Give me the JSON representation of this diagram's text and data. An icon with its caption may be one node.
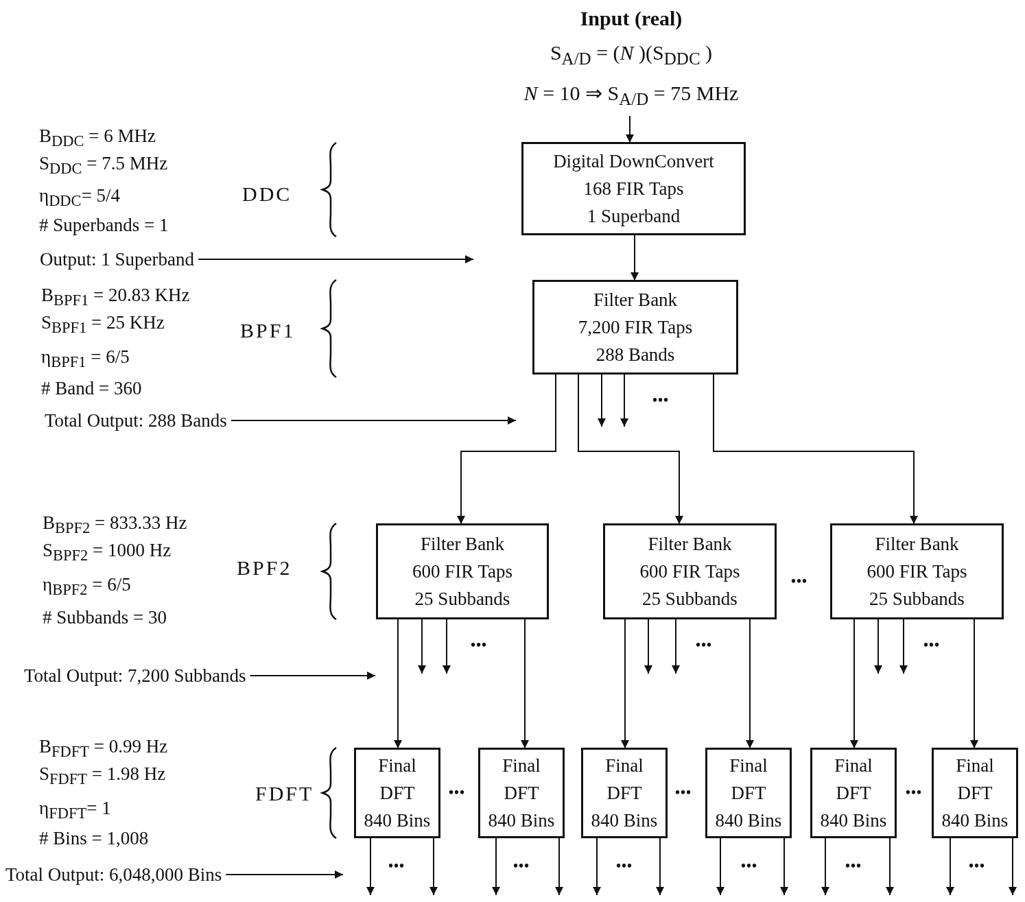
{
  "diagram": {
    "nodes": [
      {
        "text": [
          "Input (real)",
          "S$_{A/D}$ = (*N* )(S$_{DDC}$ )",
          "*N*  = 10 ⇒ S$_{A/D}$ = 75 MHz"
        ]
      },
      {
        "text": [
          "Digital DownConvert",
          "168 FIR Taps",
          "1 Superband"
        ]
      },
      {
        "text": [
          "Filter Bank",
          "7,200 FIR Taps",
          "288 Bands"
        ]
      },
      {
        "text": [
          "Filter Bank",
          "600 FIR Taps",
          "25 Subbands"
        ]
      },
      {
        "text": [
          "Filter Bank",
          "600 FIR Taps",
          "25 Subbands"
        ]
      },
      {
        "text": [
          "Filter Bank",
          "600 FIR Taps",
          "25 Subbands"
        ]
      },
      {
        "text": [
          "Final",
          "DFT",
          "840 Bins"
        ]
      },
      {
        "text": [
          "Final",
          "DFT",
          "840 Bins"
        ]
      },
      {
        "text": [
          "Final",
          "DFT",
          "840 Bins"
        ]
      },
      {
        "text": [
          "Final",
          "DFT",
          "840 Bins"
        ]
      },
      {
        "text": [
          "Final",
          "DFT",
          "840 Bins"
        ]
      },
      {
        "text": [
          "Final",
          "DFT",
          "840 Bins"
        ]
      },
      {
        "text": [
          "Output: 1 Superband"
        ]
      },
      {
        "text": [
          "Total Output: 288 Bands"
        ]
      },
      {
        "text": [
          "Total Output: 7,200 Subbands"
        ]
      },
      {
        "text": [
          "Total Output: 6,048,000 Bins"
        ]
      }
    ],
    "edges": [
      {
        "from": 0,
        "to": 1,
        "arrow": "to"
      },
      {
        "from": 1,
        "to": 2,
        "arrow": "to"
      },
      {
        "from": 2,
        "to": 3,
        "arrow": "to"
      },
      {
        "from": 2,
        "to": 4,
        "arrow": "to"
      },
      {
        "from": 2,
        "to": 5,
        "arrow": "to"
      },
      {
        "from": 2,
        "to": null,
        "arrow": "to"
      },
      {
        "from": 2,
        "to": null,
        "arrow": "to"
      },
      {
        "from": 3,
        "to": 6,
        "arrow": "to"
      },
      {
        "from": 3,
        "to": 7,
        "arrow": "to"
      },
      {
        "from": 3,
        "to": null,
        "arrow": "to"
      },
      {
        "from": 3,
        "to": null,
        "arrow": "to"
      },
      {
        "from": 4,
        "to": 8,
        "arrow": "to"
      },
      {
        "from": 4,
        "to": 9,
        "arrow": "to"
      },
      {
        "from": 4,
        "to": null,
        "arrow": "to"
      },
      {
        "from": 4,
        "to": null,
        "arrow": "to"
      },
      {
        "from": 5,
        "to": 10,
        "arrow": "to"
      },
      {
        "from": 5,
        "to": 11,
        "arrow": "to"
      },
      {
        "from": 5,
        "to": null,
        "arrow": "to"
      },
      {
        "from": 5,
        "to": null,
        "arrow": "to"
      },
      {
        "from": 6,
        "to": null,
        "arrow": "to"
      },
      {
        "from": 6,
        "to": null,
        "arrow": "to"
      },
      {
        "from": 7,
        "to": null,
        "arrow": "to"
      },
      {
        "from": 7,
        "to": null,
        "arrow": "to"
      },
      {
        "from": 8,
        "to": null,
        "arrow": "to"
      },
      {
        "from": 8,
        "to": null,
        "arrow": "to"
      },
      {
        "from": 9,
        "to": null,
        "arrow": "to"
      },
      {
        "from": 9,
        "to": null,
        "arrow": "to"
      },
      {
        "from": 10,
        "to": null,
        "arrow": "to"
      },
      {
        "from": 10,
        "to": null,
        "arrow": "to"
      },
      {
        "from": 11,
        "to": null,
        "arrow": "to"
      },
      {
        "from": 11,
        "to": null,
        "arrow": "to"
      },
      {
        "from": 12,
        "to": null,
        "arrow": "to"
      },
      {
        "from": 13,
        "to": null,
        "arrow": "to"
      },
      {
        "from": 14,
        "to": null,
        "arrow": "to"
      },
      {
        "from": 15,
        "to": null,
        "arrow": "to"
      }
    ],
    "labels": [
      "B$_{DDC}$ = 6 MHz",
      "S$_{DDC}$ = 7.5 MHz",
      "η$_{DDC}$= 5/4",
      "# Superbands = 1",
      "DDC",
      "B$_{BPF1}$ = 20.83 KHz",
      "S$_{BPF1}$ = 25 KHz",
      "η$_{BPF1}$ = 6/5",
      "# Band = 360",
      "BPF1",
      "•••",
      "B$_{BPF2}$ = 833.33 Hz",
      "S$_{BPF2}$ = 1000 Hz",
      "η$_{BPF2}$ = 6/5",
      "# Subbands = 30",
      "BPF2",
      "•••",
      "•••",
      "•••",
      "•••",
      "B$_{FDFT}$ = 0.99 Hz",
      "S$_{FDFT}$ = 1.98 Hz",
      "η$_{FDFT}$= 1",
      "# Bins = 1,008",
      "FDFT",
      "•••",
      "•••",
      "•••",
      "•••",
      "•••",
      "•••",
      "•••",
      "•••",
      "•••"
    ]
  }
}
